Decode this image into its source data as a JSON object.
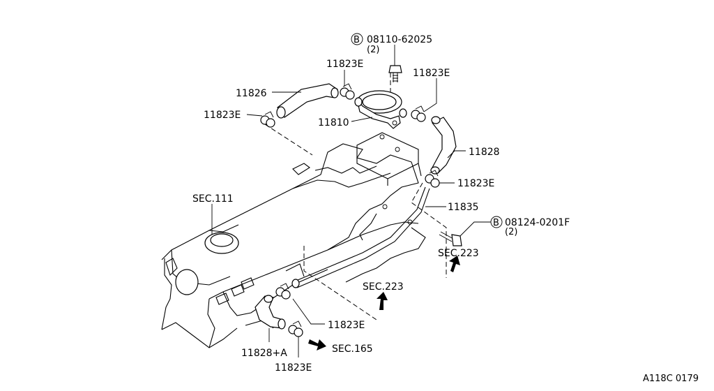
{
  "labels": {
    "bolt_top_part": "08110-62025",
    "bolt_top_qty": "(2)",
    "bolt_right_part": "08124-0201F",
    "bolt_right_qty": "(2)",
    "bolt_symbol": "B",
    "clamp": "11823E",
    "hose_11826": "11826",
    "valve_11810": "11810",
    "hose_11828": "11828",
    "tube_11835": "11835",
    "hose_11828a": "11828+A",
    "sec_111": "SEC.111",
    "sec_223": "SEC.223",
    "sec_165": "SEC.165",
    "diagram_code": "A118C 0179"
  }
}
